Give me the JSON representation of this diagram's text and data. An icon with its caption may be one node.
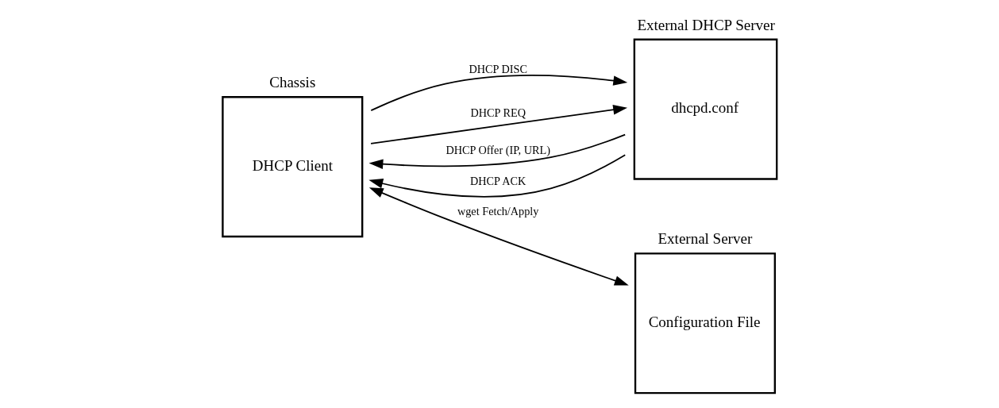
{
  "diagram": {
    "nodes": [
      {
        "text": [
          "Chassis",
          "DHCP Client"
        ]
      },
      {
        "text": [
          "External DHCP Server",
          "dhcpd.conf"
        ]
      },
      {
        "text": [
          "External Server",
          "Configuration File"
        ]
      }
    ],
    "edges": [
      {
        "from": 0,
        "to": 1,
        "arrow": "to",
        "label": "DHCP DISC"
      },
      {
        "from": 1,
        "to": 0,
        "arrow": "to",
        "label": "DHCP Offer (IP, URL)"
      },
      {
        "from": 0,
        "to": 1,
        "arrow": "to",
        "label": "DHCP REQ"
      },
      {
        "from": 1,
        "to": 0,
        "arrow": "to",
        "label": "DHCP ACK"
      },
      {
        "from": 0,
        "to": 2,
        "arrow": "both",
        "label": "wget Fetch/Apply"
      }
    ]
  }
}
